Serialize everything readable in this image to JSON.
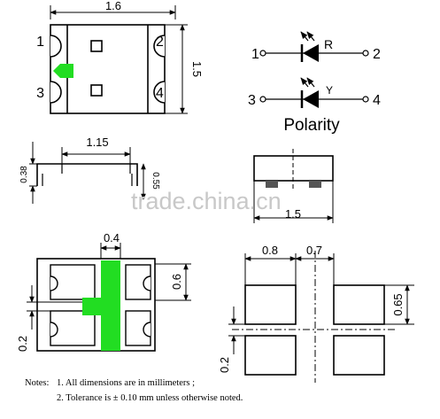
{
  "top_view": {
    "width_dim": "1.6",
    "height_dim": "1.5",
    "pins": [
      "1",
      "2",
      "3",
      "4"
    ]
  },
  "schematic": {
    "led_r": {
      "pin_left": "1",
      "pin_right": "2",
      "label": "R"
    },
    "led_y": {
      "pin_left": "3",
      "pin_right": "4",
      "label": "Y"
    },
    "title": "Polarity"
  },
  "side_view": {
    "width_dim": "1.15",
    "left_dim": "0.38",
    "right_dim": "0.55"
  },
  "end_view": {
    "width_dim": "1.5"
  },
  "bottom_view": {
    "pad_width_dim": "0.4",
    "pad_height_dim": "0.6",
    "bottom_dim": "0.2"
  },
  "footprint": {
    "pad_w_dim": "0.8",
    "gap_dim": "0.7",
    "pad_h_dim": "0.65",
    "bottom_dim": "0.2"
  },
  "watermark": "trade.china.cn",
  "notes": {
    "heading": "Notes:",
    "line1": "1. All dimensions are in millimeters ;",
    "line2": "2. Tolerance is ± 0.10 mm unless otherwise noted."
  },
  "colors": {
    "marker": "#22dd22",
    "line": "#000000",
    "watermark": "#c8c8c8"
  }
}
